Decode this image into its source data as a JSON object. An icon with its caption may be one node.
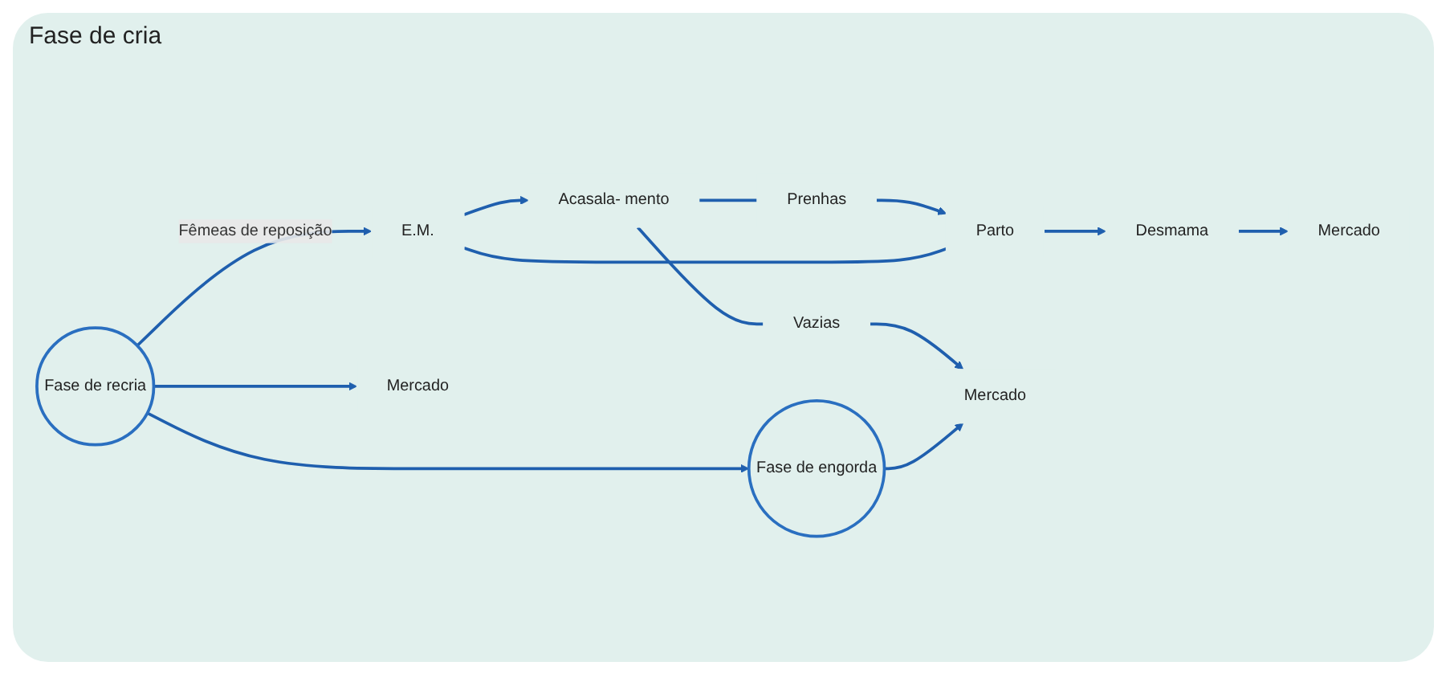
{
  "diagram": {
    "nodes": [
      {
        "text": [
          "E.M."
        ]
      },
      {
        "text": [
          "Acasala- mento"
        ]
      },
      {
        "text": [
          "Parto"
        ]
      },
      {
        "text": [
          "Prenhas"
        ]
      },
      {
        "text": [
          "Vazias"
        ]
      },
      {
        "text": [
          "Desmama"
        ]
      },
      {
        "text": [
          "Fase de recria"
        ]
      },
      {
        "text": [
          "Fase de engorda"
        ]
      },
      {
        "text": [
          "Mercado"
        ]
      },
      {
        "text": [
          "Mercado"
        ]
      },
      {
        "text": [
          "Mercado"
        ]
      }
    ],
    "edges": [
      {
        "from": 0,
        "to": 1,
        "arrow": "to"
      },
      {
        "from": 1,
        "to": 3,
        "arrow": "none"
      },
      {
        "from": 3,
        "to": 2,
        "arrow": "to"
      },
      {
        "from": 2,
        "to": 0,
        "arrow": "none"
      },
      {
        "from": 1,
        "to": 4,
        "arrow": "none"
      },
      {
        "from": 4,
        "to": 10,
        "arrow": "to"
      },
      {
        "from": 2,
        "to": 5,
        "arrow": "to"
      },
      {
        "from": 5,
        "to": 8,
        "arrow": "to"
      },
      {
        "from": 6,
        "to": 0,
        "arrow": "to",
        "label": "Fêmeas de reposição"
      },
      {
        "from": 6,
        "to": 7,
        "arrow": "to"
      },
      {
        "from": 6,
        "to": 9,
        "arrow": "to"
      },
      {
        "from": 7,
        "to": 10,
        "arrow": "to"
      }
    ],
    "labels": [
      "Fase de cria"
    ]
  }
}
